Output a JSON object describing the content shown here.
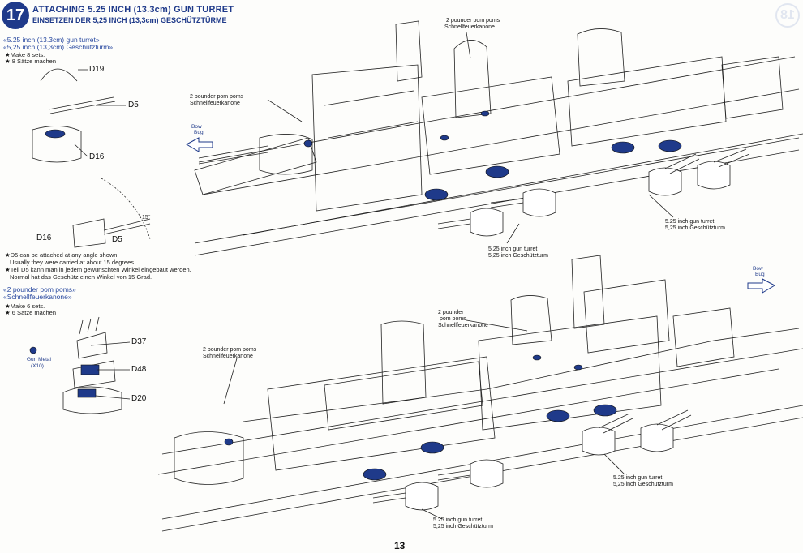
{
  "header": {
    "step_number": "17",
    "title_en": "ATTACHING 5.25 INCH (13.3cm) GUN TURRET",
    "title_de": "EINSETZEN DER 5,25 INCH (13,3cm) GESCHÜTZTÜRME",
    "next_step_number": "18"
  },
  "turret_section": {
    "heading_en": "«5.25 inch (13.3cm) gun turret»",
    "heading_de": "«5,25 inch (13,3cm) Geschützturm»",
    "make_en": "★Make 8 sets.",
    "make_de": "★ 8 Sätze machen",
    "parts": [
      "D19",
      "D5",
      "D16"
    ],
    "angle_label": "15°",
    "detail_parts": [
      "D16",
      "D5"
    ],
    "note_en_1": "★D5 can be attached at any angle shown.",
    "note_en_2": "Usually they were carried at about 15 degrees.",
    "note_de_1": "★Teil D5 kann man in jedem gewünschten Winkel eingebaut werden.",
    "note_de_2": "Normal hat das Geschütz einen Winkel von 15 Grad."
  },
  "pompom_section": {
    "heading_en": "«2 pounder pom poms»",
    "heading_de": "«Schnellfeuerkanone»",
    "make_en": "★Make 6 sets.",
    "make_de": "★ 6 Sätze machen",
    "parts": [
      "D37",
      "D48",
      "D20"
    ],
    "paint_en": "Gun Metal",
    "paint_code": "(X10)"
  },
  "callouts": {
    "pompom_en": "2 pounder pom poms",
    "pompom_de": "Schnellfeuerkanone",
    "pompom_top_en": "2 pounder pom poms",
    "pompom_top_de": "Schnellfeuerkanone",
    "pompom_lower1_en": "2 pounder",
    "pompom_lower1_en2": "pom poms",
    "pompom_lower1_de": "Schnellfeuerkanone",
    "pompom_lower2_en": "2 pounder pom poms",
    "pompom_lower2_de": "Schnellfeuerkanone",
    "turret_en": "5.25 inch gun turret",
    "turret_de": "5,25 inch Geschützturm",
    "bow_en": "Bow",
    "bow_de": "Bug"
  },
  "page_number": "13",
  "colors": {
    "accent": "#1f3a8a",
    "line": "#222222"
  }
}
